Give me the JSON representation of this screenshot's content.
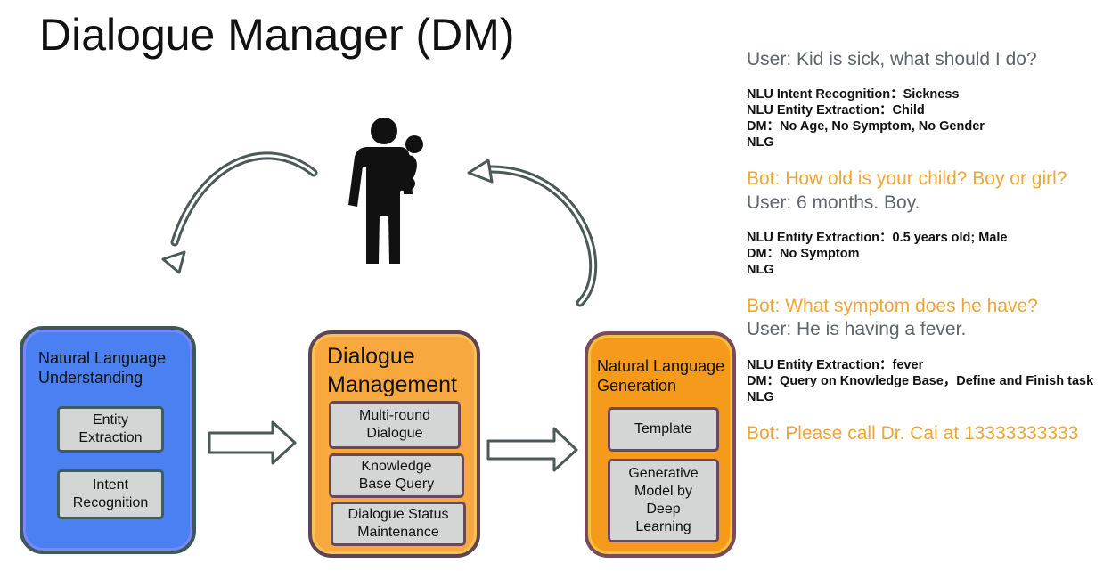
{
  "title": "Dialogue Manager (DM)",
  "colors": {
    "nlu": "#4a80f2",
    "dm": "#f7a83e",
    "nlg": "#f69a1c",
    "sub_box": "#d4d6d6",
    "arrow": "#4b5a58",
    "user_text": "#5d6669",
    "bot_text": "#eea638"
  },
  "icons": {
    "person": "parent-holding-child-icon"
  },
  "modules": {
    "nlu": {
      "title": "Natural Language Understanding",
      "items": [
        "Entity Extraction",
        "Intent Recognition"
      ]
    },
    "dm": {
      "title": "Dialogue Management",
      "items": [
        "Multi-round Dialogue",
        "Knowledge Base Query",
        "Dialogue Status Maintenance"
      ]
    },
    "nlg": {
      "title": "Natural Language Generation",
      "items": [
        "Template",
        "Generative Model by Deep Learning"
      ]
    }
  },
  "conversation": [
    {
      "speaker": "user",
      "text": "User: Kid is sick, what should I do?",
      "steps": [
        "NLU Intent Recognition：Sickness",
        "NLU Entity Extraction：Child",
        "DM：No Age, No Symptom, No Gender",
        "NLG"
      ]
    },
    {
      "speaker": "bot",
      "text": "Bot: How old is your child? Boy or girl?"
    },
    {
      "speaker": "user",
      "text": "User: 6 months. Boy.",
      "steps": [
        "NLU Entity Extraction：0.5 years old; Male",
        "DM：No Symptom",
        "NLG"
      ]
    },
    {
      "speaker": "bot",
      "text": "Bot: What symptom does he have?"
    },
    {
      "speaker": "user",
      "text": "User: He is having a fever.",
      "steps": [
        "NLU Entity Extraction：fever",
        "DM：Query on Knowledge Base，Define and Finish task",
        "NLG"
      ]
    },
    {
      "speaker": "bot",
      "text": "Bot: Please call Dr. Cai at  13333333333"
    }
  ]
}
